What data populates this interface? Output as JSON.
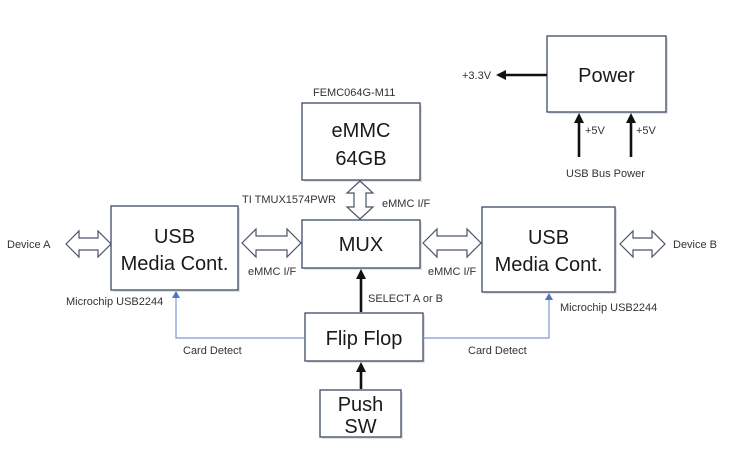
{
  "blocks": {
    "power": {
      "lines": [
        "Power"
      ]
    },
    "emmc": {
      "lines": [
        "eMMC",
        "64GB"
      ],
      "part": "FEMC064G-M11"
    },
    "mux": {
      "lines": [
        "MUX"
      ],
      "part": "TI TMUX1574PWR"
    },
    "usb_left": {
      "lines": [
        "USB",
        "Media Cont."
      ],
      "part": "Microchip USB2244"
    },
    "usb_right": {
      "lines": [
        "USB",
        "Media Cont."
      ],
      "part": "Microchip USB2244"
    },
    "flipflop": {
      "lines": [
        "Flip Flop"
      ]
    },
    "pushsw": {
      "lines": [
        "Push",
        "SW"
      ]
    }
  },
  "labels": {
    "v33": "+3.3V",
    "v5_left": "+5V",
    "v5_right": "+5V",
    "usb_bus_power": "USB Bus Power",
    "emmc_if_top": "eMMC I/F",
    "emmc_if_left": "eMMC I/F",
    "emmc_if_right": "eMMC I/F",
    "device_a": "Device A",
    "device_b": "Device B",
    "select": "SELECT A or B",
    "card_detect_left": "Card Detect",
    "card_detect_right": "Card Detect"
  }
}
